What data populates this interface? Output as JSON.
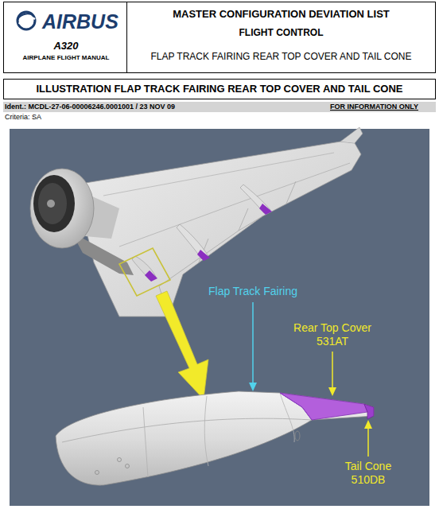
{
  "diagram": {
    "nodes": [
      {
        "text": [
          "AIRBUS",
          "A320",
          "AIRPLANE FLIGHT MANUAL"
        ]
      },
      {
        "text": [
          "MASTER CONFIGURATION DEVIATION LIST",
          "FLIGHT CONTROL",
          "FLAP TRACK FAIRING REAR TOP COVER AND TAIL CONE"
        ]
      },
      {
        "text": [
          "ILLUSTRATION FLAP TRACK FAIRING REAR TOP COVER AND TAIL CONE"
        ]
      }
    ],
    "labels": [
      "Ident.: MCDL-27-06-00006246.0001001 / 23 NOV 09",
      "FOR INFORMATION ONLY",
      "Criteria: SA",
      "Flap Track Fairing",
      "Rear Top Cover",
      "531AT",
      "Tail Cone",
      "510DB"
    ]
  }
}
